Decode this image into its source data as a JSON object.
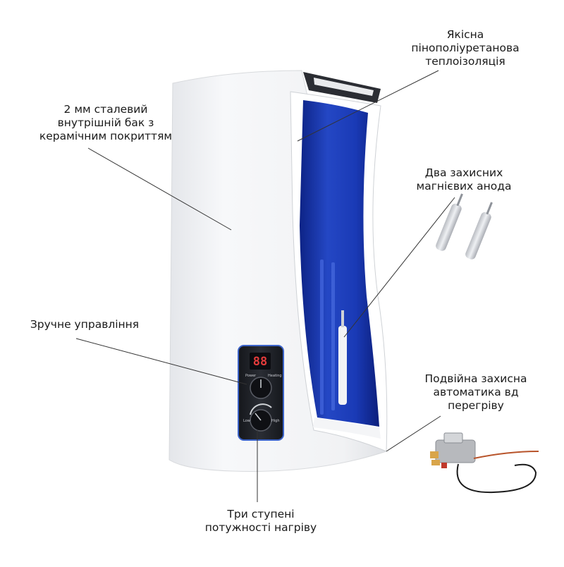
{
  "callouts": {
    "insulation": {
      "lines": [
        "Якісна",
        "пінополіуретанова",
        "теплоізоляція"
      ]
    },
    "tank": {
      "lines": [
        "2 мм сталевий",
        "внутрішній бак з",
        "керамічним покриттям"
      ]
    },
    "anodes": {
      "lines": [
        "Два захисних",
        "магнієвих анода"
      ]
    },
    "controls": {
      "lines": [
        "Зручне управління"
      ]
    },
    "protection": {
      "lines": [
        "Подвійна захисна",
        "автоматика вд",
        "перегріву"
      ]
    },
    "power": {
      "lines": [
        "Три ступені",
        "потужності нагріву"
      ]
    }
  },
  "control_panel": {
    "display_value": "88",
    "labels": {
      "power": "Power",
      "heating": "Heating",
      "low": "Low",
      "high": "High"
    }
  },
  "colors": {
    "tank_interior": "#1f3fb0",
    "body": "#f4f5f7",
    "panel": "#1c1e24",
    "display": "#e23b3b",
    "accent_ring": "#3b63c9"
  }
}
